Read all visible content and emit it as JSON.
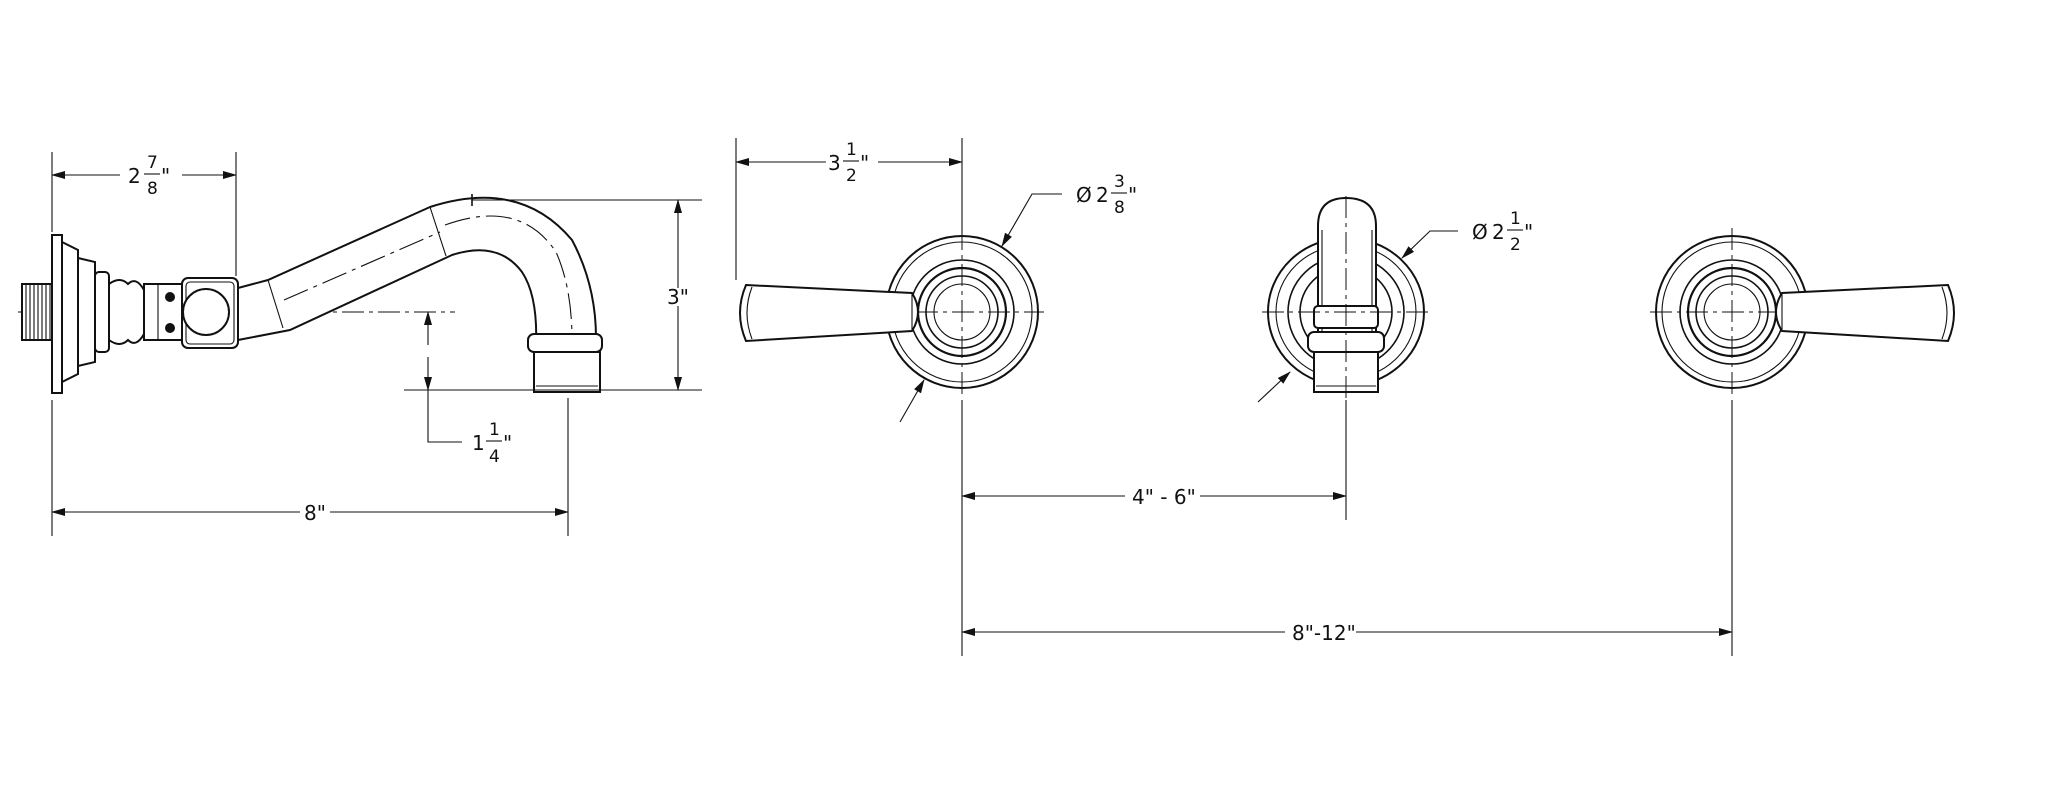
{
  "dimensions": {
    "spout_projection_to_center": {
      "whole": "2",
      "num": "7",
      "den": "8",
      "unit": "\""
    },
    "spout_height": "3\"",
    "spout_outlet_drop": {
      "whole": "1",
      "num": "1",
      "den": "4",
      "unit": "\""
    },
    "spout_overall_length": "8\"",
    "handle_projection": {
      "whole": "3",
      "num": "1",
      "den": "2",
      "unit": "\""
    },
    "handle_escutcheon_diameter": {
      "symbol": "Ø",
      "whole": "2",
      "num": "3",
      "den": "8",
      "unit": "\""
    },
    "spout_escutcheon_diameter": {
      "symbol": "Ø",
      "whole": "2",
      "num": "1",
      "den": "2",
      "unit": "\""
    },
    "handle_to_spout_spacing": "4\" - 6\"",
    "handle_to_handle_spacing": "8\"-12\""
  }
}
